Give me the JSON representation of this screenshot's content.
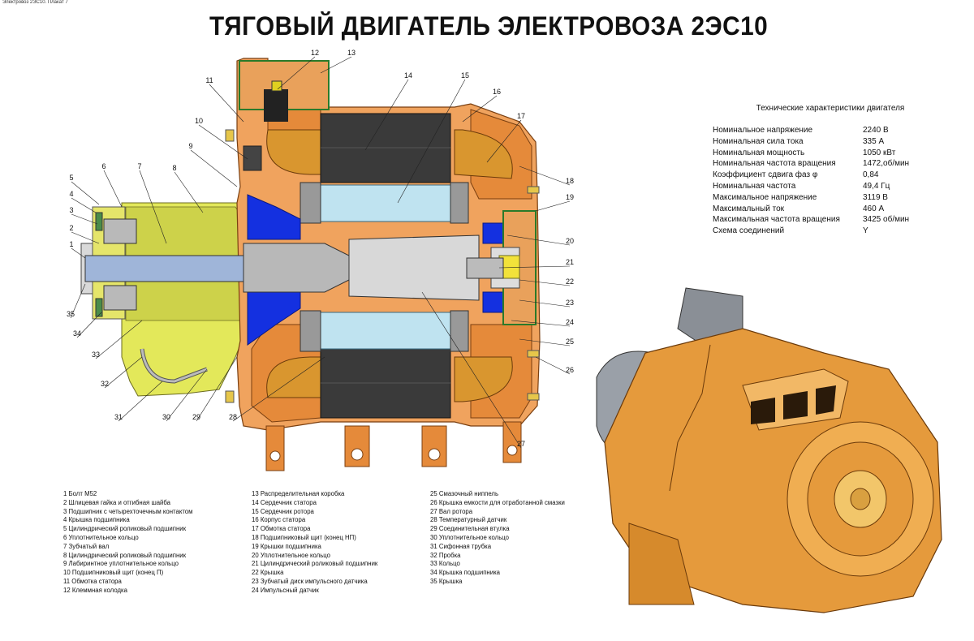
{
  "header": {
    "corner_label": "Электровоз 2ЭС10. Плакат 7",
    "title": "ТЯГОВЫЙ ДВИГАТЕЛЬ ЭЛЕКТРОВОЗА 2ЭС10"
  },
  "callouts": [
    "1",
    "2",
    "3",
    "4",
    "5",
    "6",
    "7",
    "8",
    "9",
    "10",
    "11",
    "12",
    "13",
    "14",
    "15",
    "16",
    "17",
    "18",
    "19",
    "20",
    "21",
    "22",
    "23",
    "24",
    "25",
    "26",
    "27",
    "28",
    "29",
    "30",
    "31",
    "32",
    "33",
    "34",
    "35"
  ],
  "specs": {
    "title": "Технические характеристики двигателя",
    "rows": [
      {
        "name": "Номинальное напряжение",
        "value": "2240 В"
      },
      {
        "name": "Номинальная сила тока",
        "value": "335 А"
      },
      {
        "name": "Номинальная мощность",
        "value": "1050 кВт"
      },
      {
        "name": "Номинальная частота вращения",
        "value": "1472,об/мин"
      },
      {
        "name": "Коэффициент сдвига фаз φ",
        "value": "0,84"
      },
      {
        "name": "Номинальная частота",
        "value": "49,4 Гц"
      },
      {
        "name": "Максимальное напряжение",
        "value": "3119 В"
      },
      {
        "name": "Максимальный ток",
        "value": "460 А"
      },
      {
        "name": "Максимальная частота вращения",
        "value": "3425 об/мин"
      },
      {
        "name": "Схема соединений",
        "value": "Y"
      }
    ]
  },
  "legend": {
    "col1": [
      "1 Болт М52",
      "2 Шлицевая гайка и отгибная шайба",
      "3 Подшипник с четырехточечным контактом",
      "4 Крышка подшипника",
      "5 Цилиндрический роликовый подшипник",
      "6 Уплотнительное кольцо",
      "7 Зубчатый вал",
      "8 Цилиндрический роликовый подшипник",
      "9 Лабиринтное уплотнительное кольцо",
      "10 Подшипниковый щит (конец П)",
      "11 Обмотка статора",
      "12 Клеммная колодка"
    ],
    "col2": [
      "13 Распределительная коробка",
      "14 Сердечник статора",
      "15 Сердечник ротора",
      "16 Корпус статора",
      "17 Обмотка статора",
      "18 Подшипниковый щит (конец НП)",
      "19 Крышки подшипника",
      "20 Уплотнительное кольцо",
      "21 Цилиндрический роликовый подшипник",
      "22 Крышка",
      "23 Зубчатый диск импульсного датчика",
      "24 Импульсный датчик"
    ],
    "col3": [
      "25 Смазочный ниппель",
      "26 Крышка емкости для отработанной смазки",
      "27 Вал ротора",
      "28 Температурный датчик",
      "29 Соединительная втулка",
      "30 Уплотнительное кольцо",
      "31 Сифонная трубка",
      "32 Пробка",
      "33 Кольцо",
      "34 Крышка подшипника",
      "35 Крышка"
    ]
  },
  "colors": {
    "housing": "#F0A35E",
    "housing_dark": "#B5621E",
    "gearbox": "#E3E85A",
    "stator_core": "#3A3A3A",
    "rotor_core": "#BFE3F0",
    "shaft": "#D8D8D8",
    "seal_blue": "#1430E0",
    "terminal_box": "#7FC77F",
    "bronze": "#D9962F"
  }
}
